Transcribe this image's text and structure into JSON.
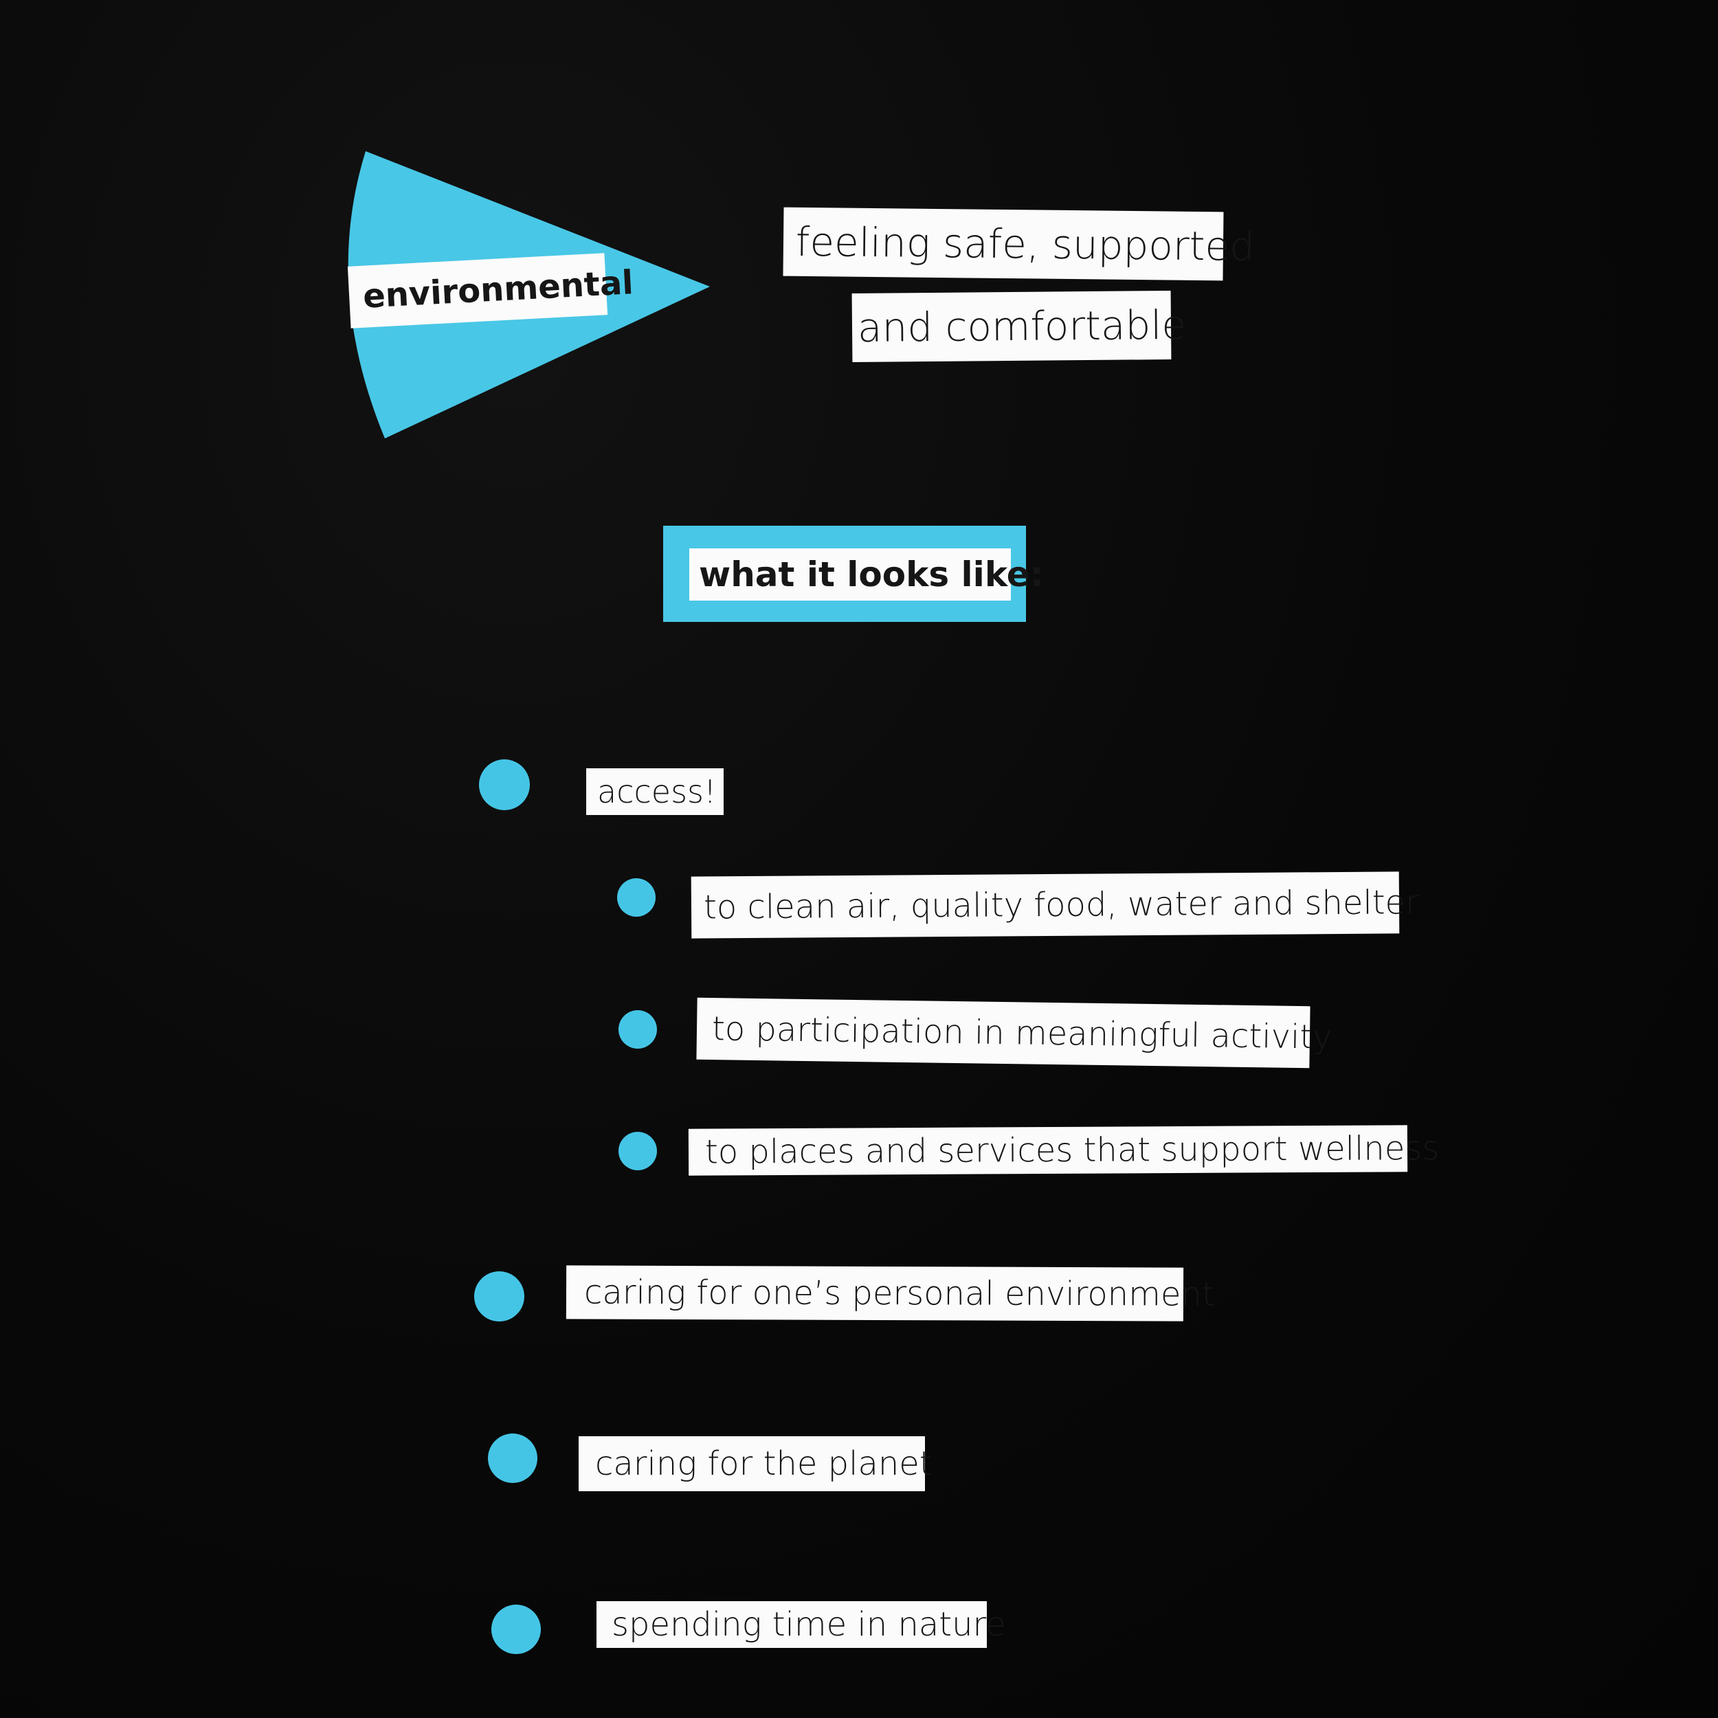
{
  "colors": {
    "background": "#070707",
    "paper_blue": "#49c7e6",
    "label_white": "#fbfbfb",
    "text": "#161616"
  },
  "header": {
    "category_label": "environmental",
    "definition_line_1": "feeling safe, supported",
    "definition_line_2": "and comfortable"
  },
  "section": {
    "heading": "what it looks like:"
  },
  "items": [
    {
      "text": "access!",
      "level": 1
    },
    {
      "text": "to clean air, quality food, water and shelter",
      "level": 2
    },
    {
      "text": "to participation in meaningful activity",
      "level": 2
    },
    {
      "text": "to places and services that support wellness",
      "level": 2
    },
    {
      "text": "caring for one’s personal environment",
      "level": 1
    },
    {
      "text": "caring for the planet",
      "level": 1
    },
    {
      "text": "spending time in nature",
      "level": 1
    }
  ]
}
